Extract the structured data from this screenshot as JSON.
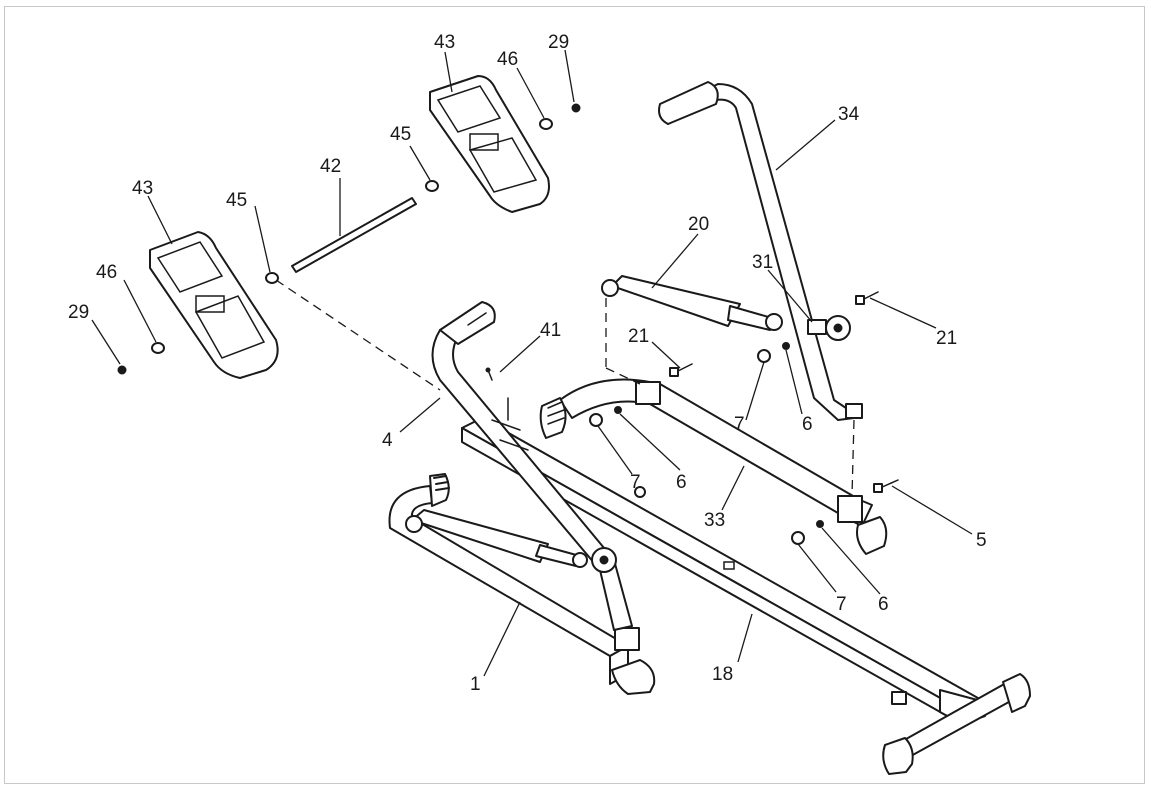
{
  "callouts": [
    {
      "id": "c43a",
      "label": "43"
    },
    {
      "id": "c46a",
      "label": "46"
    },
    {
      "id": "c29a",
      "label": "29"
    },
    {
      "id": "c34",
      "label": "34"
    },
    {
      "id": "c45a",
      "label": "45"
    },
    {
      "id": "c42",
      "label": "42"
    },
    {
      "id": "c43b",
      "label": "43"
    },
    {
      "id": "c45b",
      "label": "45"
    },
    {
      "id": "c20",
      "label": "20"
    },
    {
      "id": "c46b",
      "label": "46"
    },
    {
      "id": "c31",
      "label": "31"
    },
    {
      "id": "c29b",
      "label": "29"
    },
    {
      "id": "c41",
      "label": "41"
    },
    {
      "id": "c21a",
      "label": "21"
    },
    {
      "id": "c21b",
      "label": "21"
    },
    {
      "id": "c4",
      "label": "4"
    },
    {
      "id": "c7a",
      "label": "7"
    },
    {
      "id": "c6a",
      "label": "6"
    },
    {
      "id": "c7b",
      "label": "7"
    },
    {
      "id": "c6b",
      "label": "6"
    },
    {
      "id": "c33",
      "label": "33"
    },
    {
      "id": "c5",
      "label": "5"
    },
    {
      "id": "c7c",
      "label": "7"
    },
    {
      "id": "c6c",
      "label": "6"
    },
    {
      "id": "c1",
      "label": "1"
    },
    {
      "id": "c18",
      "label": "18"
    }
  ]
}
